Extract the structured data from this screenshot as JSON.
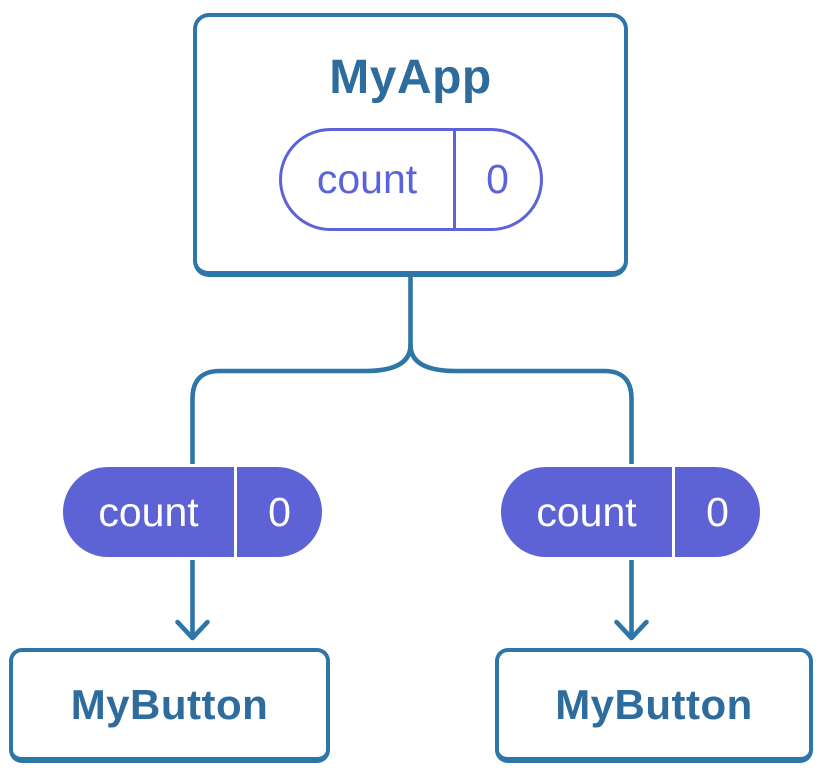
{
  "diagram": {
    "description": "React component tree showing state passed down as props",
    "colors": {
      "line_blue": "#2e76a8",
      "title_text_blue": "#2d6c9c",
      "pill_purple_fill": "#5d62d5",
      "pill_purple_outline": "#5c63da",
      "background": "#ffffff"
    },
    "root": {
      "title": "MyApp",
      "prop": {
        "name": "count",
        "value": "0"
      }
    },
    "children": [
      {
        "title": "MyButton",
        "prop": {
          "name": "count",
          "value": "0"
        }
      },
      {
        "title": "MyButton",
        "prop": {
          "name": "count",
          "value": "0"
        }
      }
    ]
  }
}
